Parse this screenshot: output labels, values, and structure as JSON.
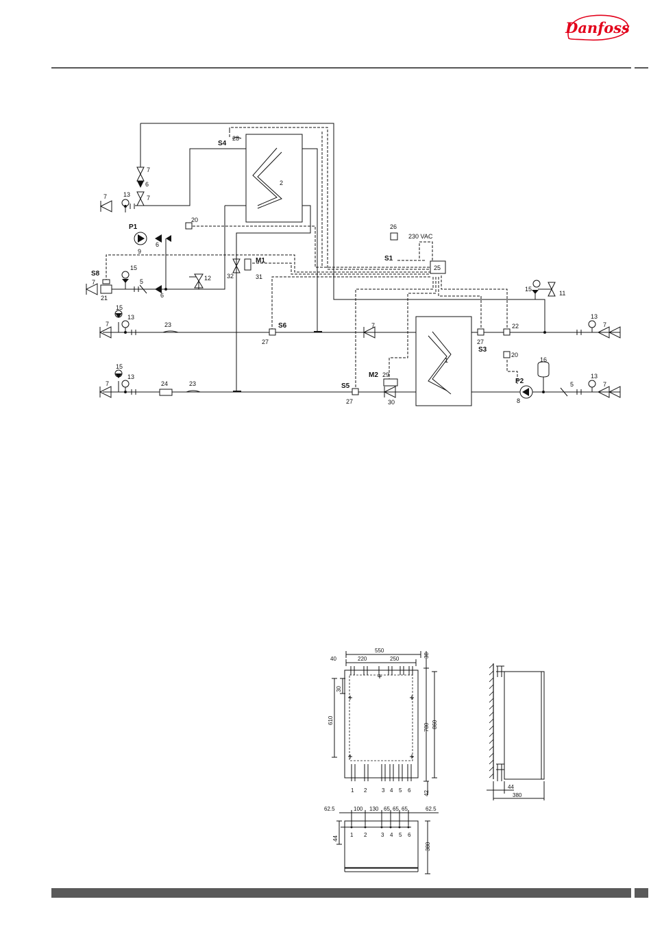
{
  "brand": {
    "logo_text": "Danfoss",
    "color": "#e2001a"
  },
  "schematic": {
    "labels": {
      "n7a": "7",
      "n6a": "6",
      "n7b": "7",
      "n13a": "13",
      "n7c": "7",
      "s4": "S4",
      "n28": "28",
      "n2": "2",
      "p1": "P1",
      "n20a": "20",
      "n6b": "6",
      "n9": "9",
      "n26": "26",
      "vac": "230 VAC",
      "s1": "S1",
      "n25": "25",
      "m1": "M1",
      "n32": "32",
      "n31": "31",
      "s8": "S8",
      "n7d": "7",
      "n15a": "15",
      "n5a": "5",
      "n21": "21",
      "n6c": "6",
      "n12": "12",
      "n15b": "15",
      "n11": "11",
      "n15c": "15",
      "n7e": "7",
      "n13b": "13",
      "n23a": "23",
      "s6": "S6",
      "n27a": "27",
      "n7f": "7",
      "n27b": "27",
      "s3": "S3",
      "n22": "22",
      "n20b": "20",
      "n1": "1",
      "n16": "16",
      "n13c": "13",
      "n7g": "7",
      "m2": "M2",
      "n29": "29",
      "p2": "P2",
      "n8": "8",
      "n5b": "5",
      "n13d": "13",
      "n7h": "7",
      "n15d": "15",
      "n7i": "7",
      "n13e": "13",
      "n24": "24",
      "n23b": "23",
      "s5": "S5",
      "n27c": "27",
      "n30": "30"
    }
  },
  "dimensions": {
    "front": {
      "d550": "550",
      "d40": "40",
      "d220": "220",
      "d250": "250",
      "d38": "38",
      "d30": "30",
      "d610": "610",
      "d780": "780",
      "d860": "860",
      "d42": "42",
      "c1": "1",
      "c2": "2",
      "c3": "3",
      "c4": "4",
      "c5": "5",
      "c6": "6"
    },
    "side": {
      "d44": "44",
      "d380": "380"
    },
    "top": {
      "d62a": "62.5",
      "d100": "100",
      "d130": "130",
      "d65a": "65",
      "d65b": "65",
      "d65c": "65",
      "d62b": "62.5",
      "d44": "44",
      "d380": "380",
      "c1": "1",
      "c2": "2",
      "c3": "3",
      "c4": "4",
      "c5": "5",
      "c6": "6"
    }
  }
}
